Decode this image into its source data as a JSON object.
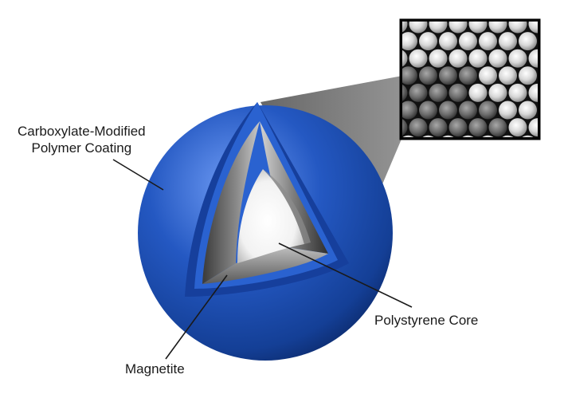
{
  "labels": {
    "coating_line1": "Carboxylate-Modified",
    "coating_line2": "Polymer Coating",
    "core": "Polystyrene Core",
    "magnetite": "Magnetite"
  },
  "colors": {
    "coating_blue": "#1f52b5",
    "coating_blue_dark": "#0f2f73",
    "coating_blue_light": "#5c8ff0",
    "magnetite_gray": "#7a7a7a",
    "core_white": "#ffffff",
    "leader_line": "#1a1a1a",
    "zoom_beam": "#6e6e6e"
  },
  "inset": {
    "description_icon": "sem-micrograph-icon"
  }
}
